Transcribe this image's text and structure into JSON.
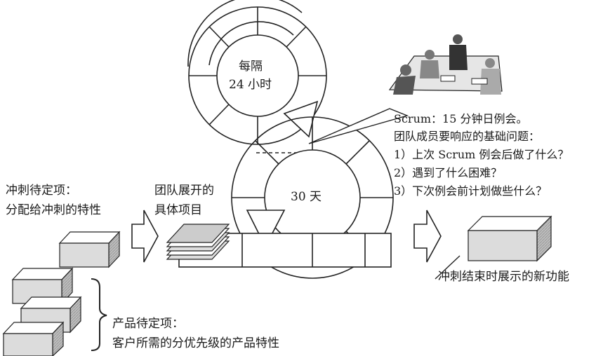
{
  "daily_cycle": {
    "line1": "每隔",
    "line2": "24 小时"
  },
  "sprint_cycle": {
    "label": "30 天"
  },
  "sprint_backlog": {
    "line1": "冲刺待定项：",
    "line2": "分配给冲刺的特性"
  },
  "team_tasks": {
    "line1": "团队展开的",
    "line2": "具体项目"
  },
  "product_backlog": {
    "line1": "产品待定项：",
    "line2": "客户所需的分优先级的产品特性"
  },
  "daily_scrum": {
    "title": "Scrum：15 分钟日例会。",
    "question_intro": "团队成员要响应的基础问题：",
    "questions": [
      "1）上次 Scrum 例会后做了什么？",
      "2）遇到了什么困难？",
      "3）下次例会前计划做些什么？"
    ]
  },
  "increment": {
    "label": "冲刺结束时展示的新功能"
  }
}
